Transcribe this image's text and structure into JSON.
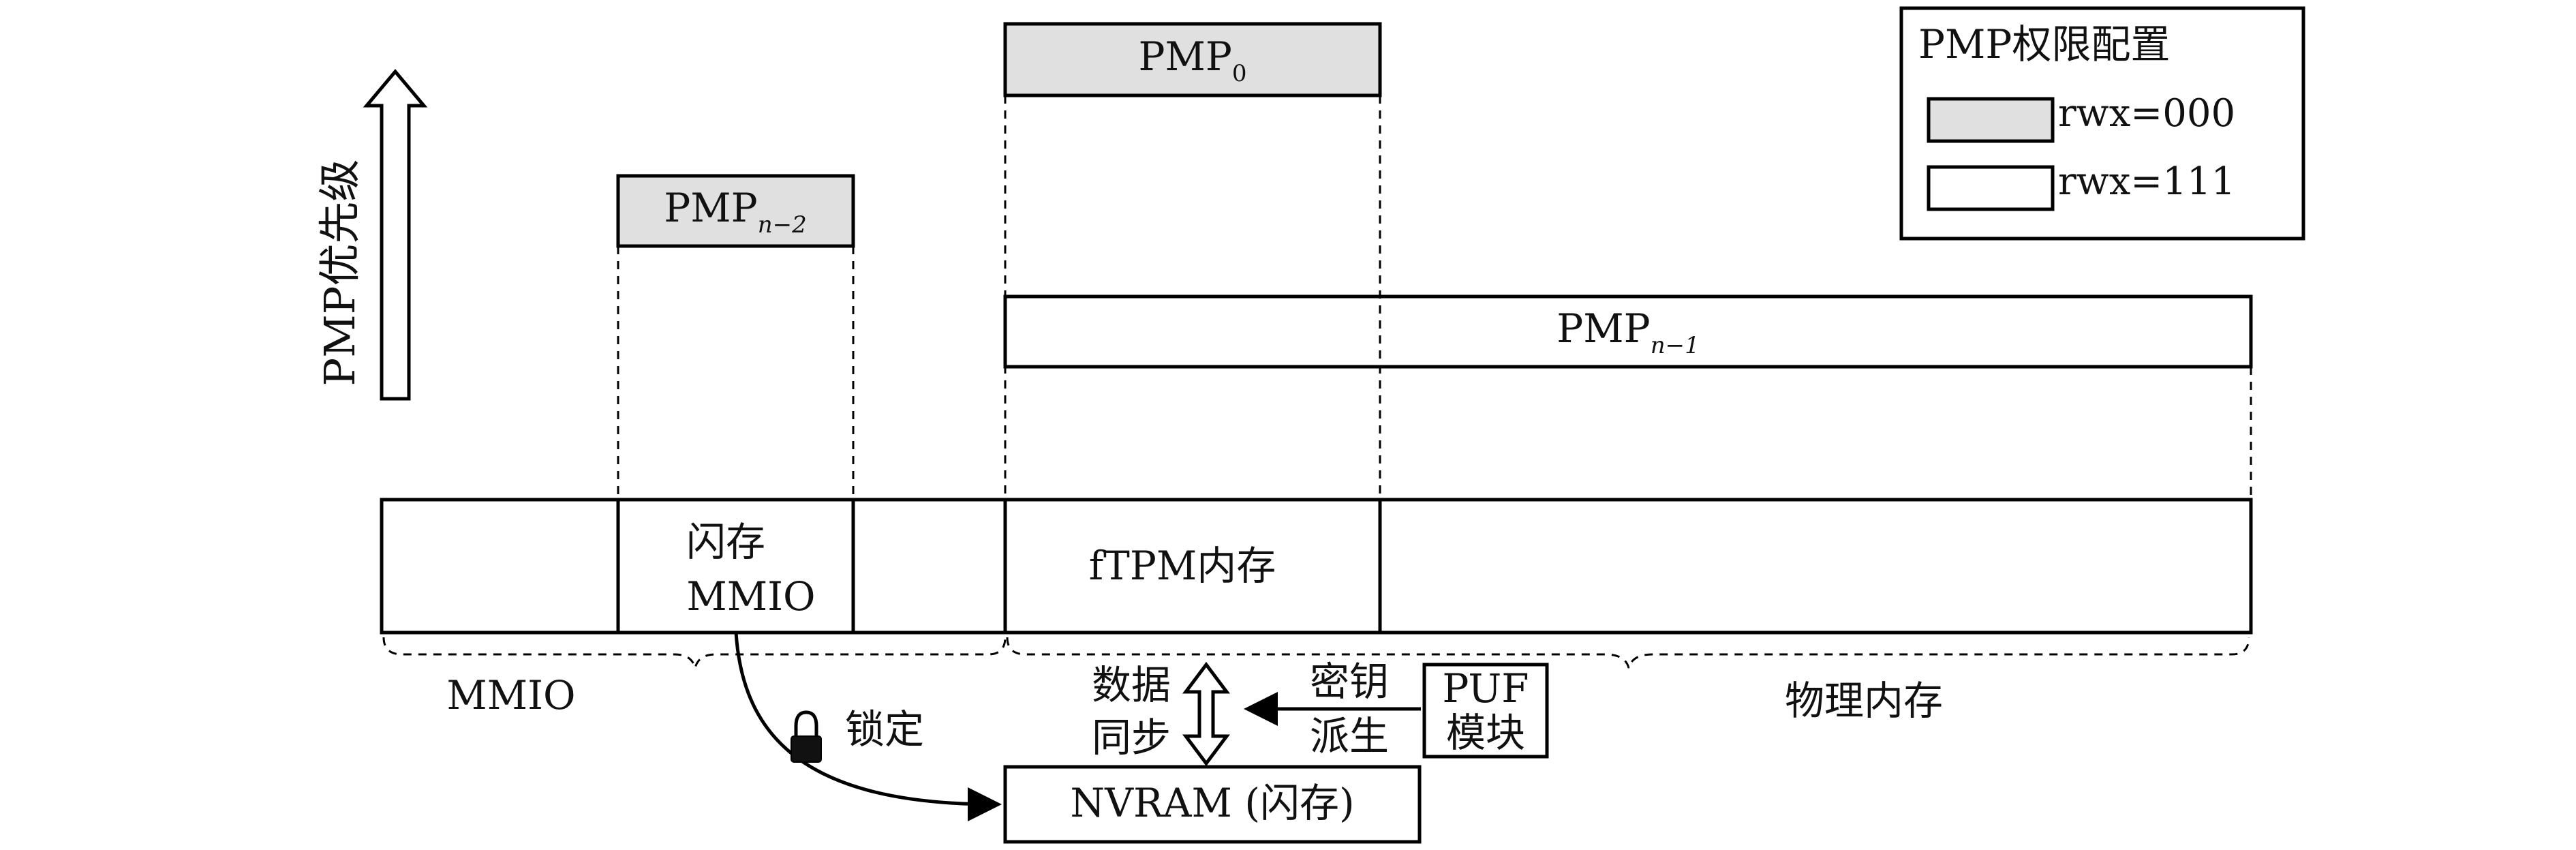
{
  "priority_axis": {
    "label": "PMP优先级"
  },
  "legend": {
    "title": "PMP权限配置",
    "items": [
      {
        "label": "rwx=000",
        "fill": "#e0e0e0"
      },
      {
        "label": "rwx=111",
        "fill": "#ffffff"
      }
    ]
  },
  "pmp_regions": {
    "pmp0": {
      "base": "PMP",
      "sub": "0"
    },
    "pmp_n2": {
      "base": "PMP",
      "sub": "n−2"
    },
    "pmp_n1": {
      "base": "PMP",
      "sub": "n−1"
    }
  },
  "memory_map": {
    "flash_mmio": [
      "闪存",
      "MMIO"
    ],
    "ftpm": "fTPM内存"
  },
  "groups": {
    "mmio": "MMIO",
    "physical": "物理内存"
  },
  "lower": {
    "lock": "锁定",
    "data_sync": [
      "数据",
      "同步"
    ],
    "key_derive": [
      "密钥",
      "派生"
    ],
    "puf": [
      "PUF",
      "模块"
    ],
    "nvram": "NVRAM (闪存)"
  },
  "colors": {
    "protected_fill": "#e0e0e0",
    "open_fill": "#ffffff",
    "stroke": "#000000"
  }
}
